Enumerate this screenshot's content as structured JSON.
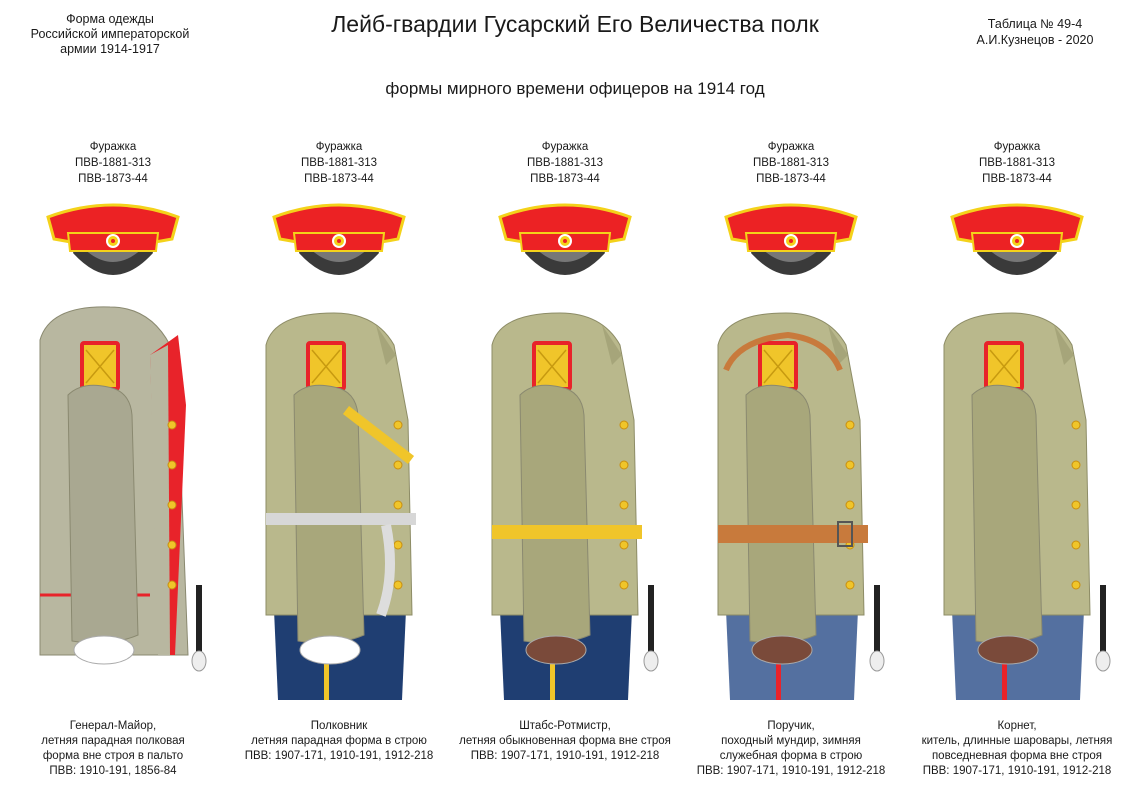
{
  "header": {
    "left_lines": [
      "Форма одежды",
      "Российской императорской",
      "армии  1914-1917"
    ],
    "title": "Лейб-гвардии Гусарский Его Величества полк",
    "right_lines": [
      "Таблица № 49-4",
      "А.И.Кузнецов - 2020"
    ],
    "subtitle": "формы мирного времени офицеров на 1914 год"
  },
  "colors": {
    "cap_crown": "#ec2224",
    "cap_piping": "#f4d21a",
    "cap_visor": "#3a3a3a",
    "tunic": "#b9b88c",
    "greatcoat": "#b8b7a0",
    "trousers_dark": "#1f3e72",
    "trousers_grey": "#5470a0",
    "leather": "#c87a3c",
    "lace_gold": "#f0c52a",
    "lapel_red": "#e8232a"
  },
  "figures": [
    {
      "cap_label": [
        "Фуражка",
        "ПВВ-1881-313",
        "ПВВ-1873-44"
      ],
      "caption": [
        "Генерал-Майор,",
        "летняя парадная полковая",
        "форма вне строя в пальто",
        "ПВВ: 1910-191, 1856-84"
      ]
    },
    {
      "cap_label": [
        "Фуражка",
        "ПВВ-1881-313",
        "ПВВ-1873-44"
      ],
      "caption": [
        "Полковник",
        "летняя парадная форма в строю",
        "ПВВ: 1907-171, 1910-191, 1912-218"
      ]
    },
    {
      "cap_label": [
        "Фуражка",
        "ПВВ-1881-313",
        "ПВВ-1873-44"
      ],
      "caption": [
        "Штабс-Ротмистр,",
        "летняя обыкновенная форма вне строя",
        "ПВВ: 1907-171, 1910-191, 1912-218"
      ]
    },
    {
      "cap_label": [
        "Фуражка",
        "ПВВ-1881-313",
        "ПВВ-1873-44"
      ],
      "caption": [
        "Поручик,",
        "походный мундир, зимняя",
        "служебная форма в строю",
        "ПВВ: 1907-171, 1910-191, 1912-218"
      ]
    },
    {
      "cap_label": [
        "Фуражка",
        "ПВВ-1881-313",
        "ПВВ-1873-44"
      ],
      "caption": [
        "Корнет,",
        "китель, длинные шаровары, летняя",
        "повседневная форма вне строя",
        "ПВВ: 1907-171, 1910-191, 1912-218"
      ]
    }
  ]
}
